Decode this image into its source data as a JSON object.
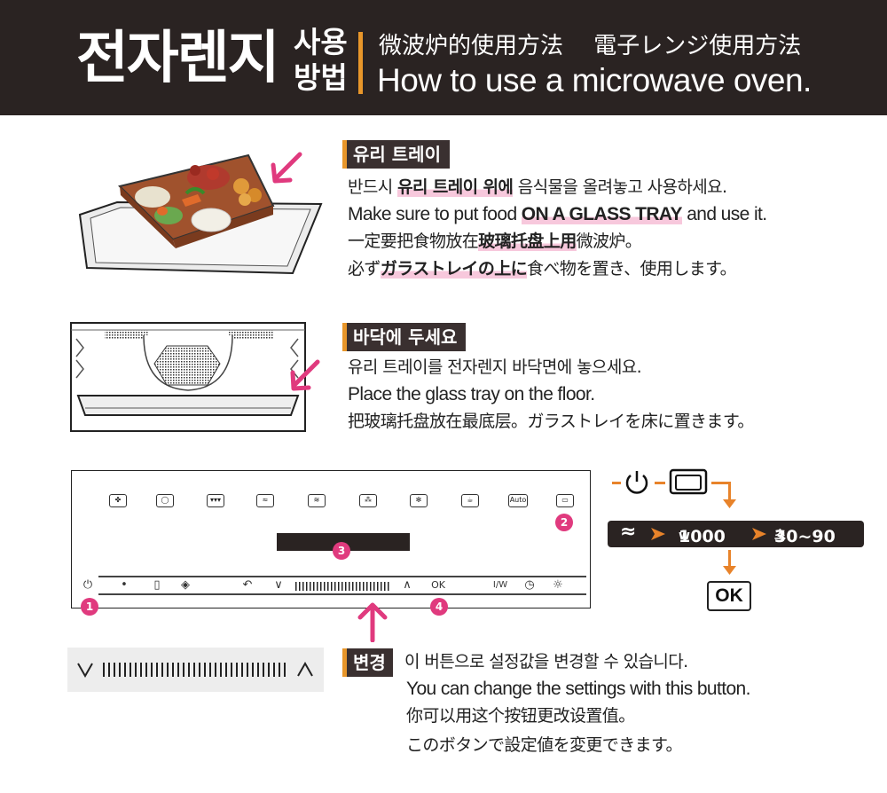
{
  "header": {
    "title_ko": "전자렌지",
    "title_ko_small_1": "사용",
    "title_ko_small_2": "방법",
    "title_zh_ja": "微波炉的使用方法　 電子レンジ使用方法",
    "title_en": "How to use a microwave oven."
  },
  "section1": {
    "heading": "유리 트레이",
    "line_ko": {
      "pre": "반드시 ",
      "bold": "유리 트레이 위에",
      "post": " 음식물을 올려놓고 사용하세요."
    },
    "line_en": {
      "pre": "Make sure to put food ",
      "bold": "ON A GLASS TRAY",
      "post": " and use it."
    },
    "line_zh": {
      "pre": "一定要把食物放在",
      "bold": "玻璃托盘上用",
      "post": "微波炉。"
    },
    "line_ja": {
      "pre": "必ず",
      "bold": "ガラストレイの上に",
      "post": "食べ物を置き、使用します。"
    }
  },
  "section2": {
    "heading": "바닥에 두세요",
    "line_ko": "유리 트레이를 전자렌지 바닥면에 놓으세요.",
    "line_en": "Place the glass tray on the floor.",
    "line_zh_ja": "把玻璃托盘放在最底层。ガラストレイを床に置きます。"
  },
  "panel": {
    "auto_label": "Auto",
    "ok_label": "OK",
    "iw_label": "I/W",
    "badges": [
      "1",
      "2",
      "3",
      "4"
    ]
  },
  "flow": {
    "power_label": "1000",
    "power_unit": "w",
    "time_label": "30~90",
    "time_unit": "초",
    "ok_label": "OK"
  },
  "section3": {
    "heading": "변경",
    "line_ko": "이 버튼으로 설정값을 변경할 수 있습니다.",
    "line_en": "You can change the settings with this button.",
    "line_zh": "你可以用这个按钮更改设置值。",
    "line_ja": "このボタンで設定値を変更できます。"
  },
  "colors": {
    "header_bg": "#2a2322",
    "accent_orange": "#e8962a",
    "accent_pink": "#e03a7e"
  }
}
